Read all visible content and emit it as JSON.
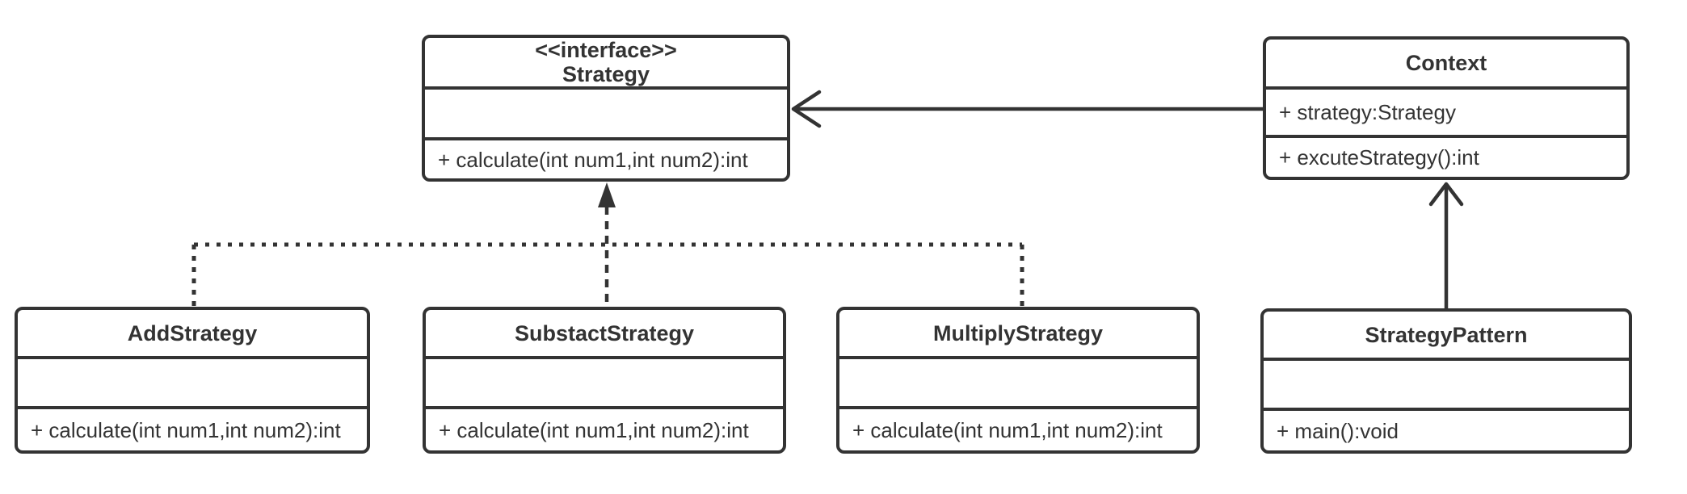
{
  "diagram": {
    "kind": "uml-class-diagram",
    "pattern": "Strategy Pattern",
    "background_color": "#ffffff",
    "line_color": "#333333",
    "text_color": "#333333"
  },
  "classes": {
    "strategy": {
      "stereotype": "<<interface>>",
      "name": "Strategy",
      "attributes": [],
      "methods": [
        "+ calculate(int num1,int num2):int"
      ]
    },
    "context": {
      "name": "Context",
      "attributes": [
        "+ strategy:Strategy"
      ],
      "methods": [
        "+ excuteStrategy():int"
      ]
    },
    "addStrategy": {
      "name": "AddStrategy",
      "attributes": [],
      "methods": [
        "+ calculate(int num1,int num2):int"
      ]
    },
    "substactStrategy": {
      "name": "SubstactStrategy",
      "attributes": [],
      "methods": [
        "+ calculate(int num1,int num2):int"
      ]
    },
    "multiplyStrategy": {
      "name": "MultiplyStrategy",
      "attributes": [],
      "methods": [
        "+ calculate(int num1,int num2):int"
      ]
    },
    "strategyPattern": {
      "name": "StrategyPattern",
      "attributes": [],
      "methods": [
        "+ main():void"
      ]
    }
  },
  "relationships": [
    {
      "from": "Context",
      "to": "Strategy",
      "type": "association",
      "line": "solid",
      "arrowhead": "open"
    },
    {
      "from": "AddStrategy",
      "to": "Strategy",
      "type": "realization",
      "line": "dotted",
      "arrowhead": "filled-triangle"
    },
    {
      "from": "SubstactStrategy",
      "to": "Strategy",
      "type": "realization",
      "line": "dotted",
      "arrowhead": "filled-triangle"
    },
    {
      "from": "MultiplyStrategy",
      "to": "Strategy",
      "type": "realization",
      "line": "dotted",
      "arrowhead": "filled-triangle"
    },
    {
      "from": "StrategyPattern",
      "to": "Context",
      "type": "association",
      "line": "solid",
      "arrowhead": "open"
    }
  ]
}
